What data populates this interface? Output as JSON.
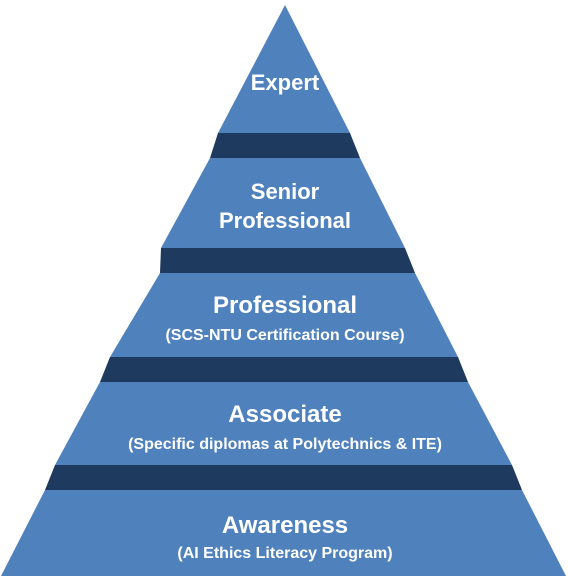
{
  "pyramid": {
    "levels": [
      {
        "title": "Expert",
        "subtitle": ""
      },
      {
        "title": "Senior",
        "subtitle": "Professional"
      },
      {
        "title": "Professional",
        "subtitle": "(SCS-NTU Certification Course)"
      },
      {
        "title": "Associate",
        "subtitle": "(Specific diplomas at Polytechnics & ITE)"
      },
      {
        "title": "Awareness",
        "subtitle": "(AI Ethics Literacy Program)"
      }
    ],
    "colors": {
      "face": "#4f81bd",
      "shadow": "#1f3a5f",
      "text": "#ffffff"
    }
  }
}
